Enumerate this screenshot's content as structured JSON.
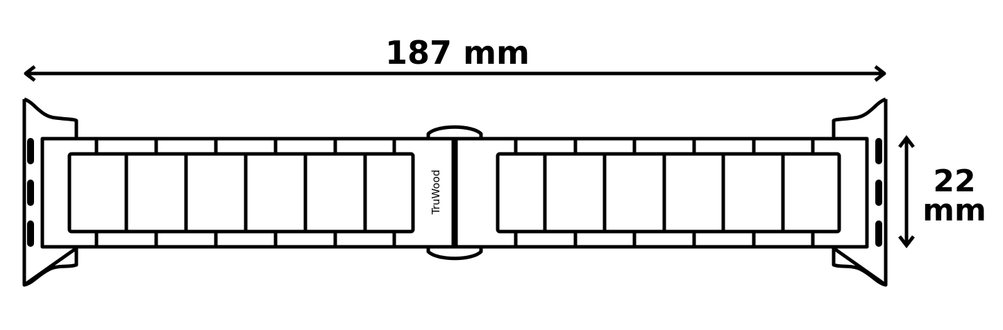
{
  "dimensions": {
    "length_label": "187 mm",
    "width_value": "22",
    "width_unit": "mm"
  },
  "brand": "TruWood",
  "colors": {
    "stroke": "#000000",
    "background": "#ffffff"
  },
  "band": {
    "links_per_side": 6
  }
}
